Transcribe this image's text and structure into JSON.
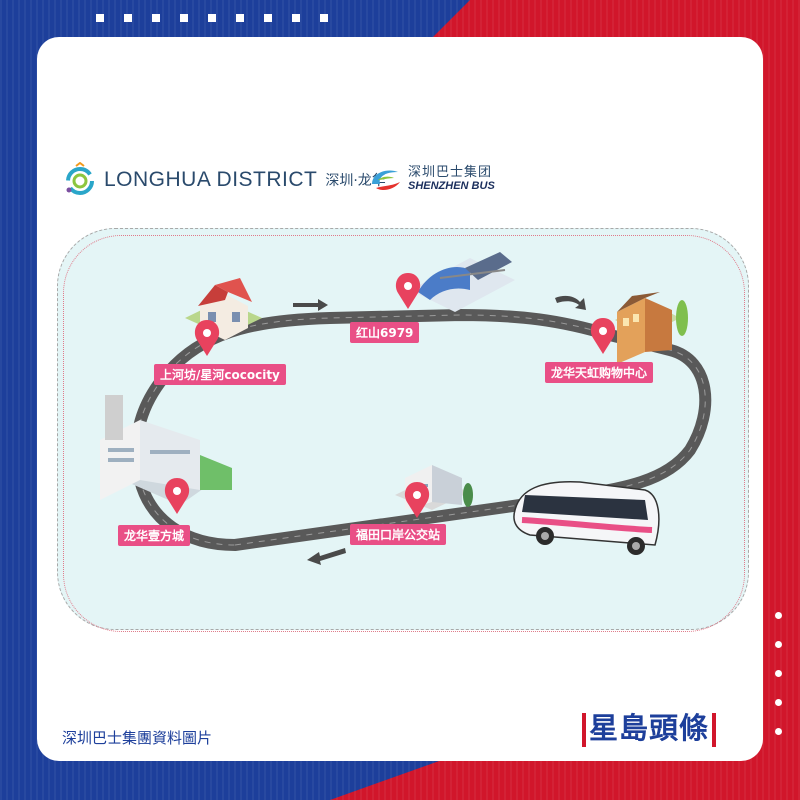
{
  "header_logos": {
    "longhua_en": "LONGHUA DISTRICT",
    "longhua_cn": "深圳·龙华",
    "bus_cn": "深圳巴士集团",
    "bus_en": "SHENZHEN BUS"
  },
  "route": {
    "stops": [
      {
        "label": "上河坊/星河cococity"
      },
      {
        "label": "红山6979"
      },
      {
        "label": "龙华天虹购物中心"
      },
      {
        "label": "福田口岸公交站"
      },
      {
        "label": "龙华壹方城"
      }
    ],
    "label_color": "#e94f86",
    "pin_color": "#e8425e"
  },
  "footer": {
    "caption": "深圳巴士集團資料圖片",
    "brand": "星島頭條"
  },
  "colors": {
    "blue": "#1d3f9b",
    "red": "#d1162b",
    "map_bg": "#e4f5f6",
    "road": "#595959"
  }
}
